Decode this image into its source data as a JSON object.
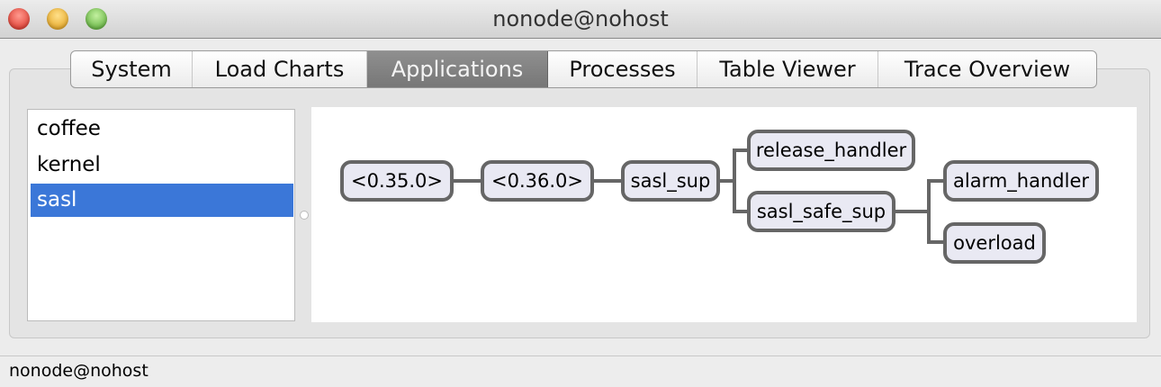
{
  "window": {
    "title": "nonode@nohost"
  },
  "tabs": [
    {
      "label": "System"
    },
    {
      "label": "Load Charts"
    },
    {
      "label": "Applications",
      "selected": true
    },
    {
      "label": "Processes"
    },
    {
      "label": "Table Viewer"
    },
    {
      "label": "Trace Overview"
    }
  ],
  "applications": [
    {
      "label": "coffee"
    },
    {
      "label": "kernel"
    },
    {
      "label": "sasl",
      "selected": true
    }
  ],
  "tree": {
    "nodes": {
      "n1": "<0.35.0>",
      "n2": "<0.36.0>",
      "n3": "sasl_sup",
      "n4": "release_handler",
      "n5": "sasl_safe_sup",
      "n6": "alarm_handler",
      "n7": "overload"
    }
  },
  "status": {
    "text": "nonode@nohost"
  }
}
